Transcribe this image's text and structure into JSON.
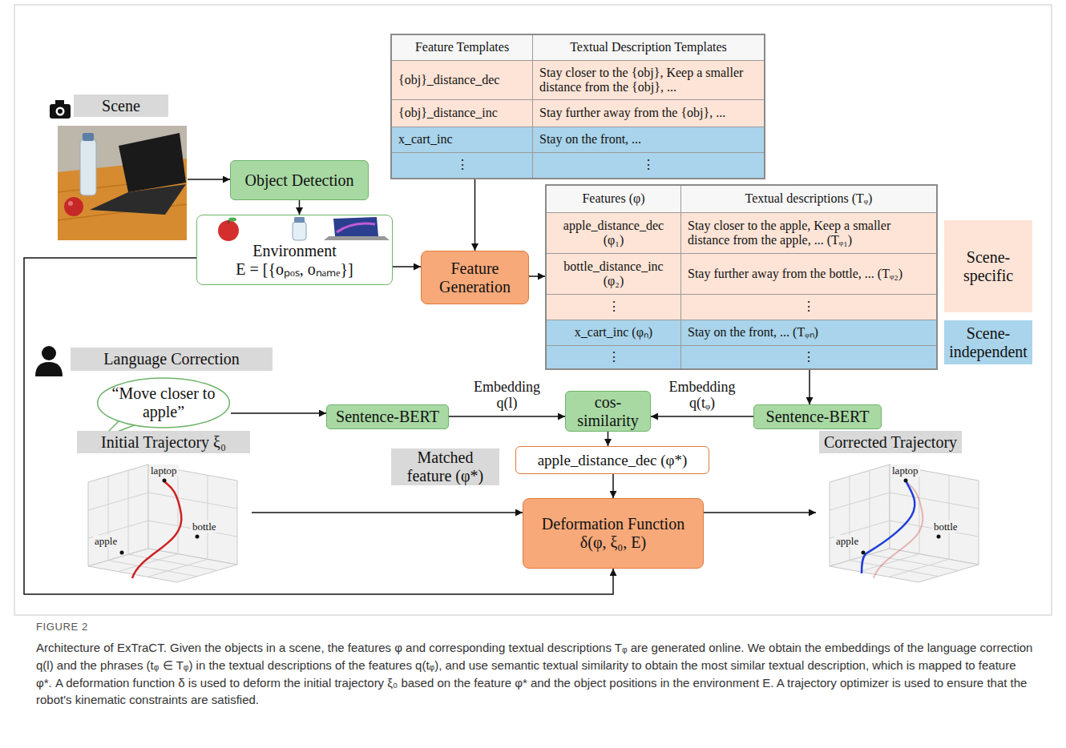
{
  "diagram": {
    "caption": "Architecture of ExTraCT. Given the objects in a scene, the features φ and corresponding textual descriptions Tᵩ are generated online. We obtain the embeddings of the language correction q(l) and the phrases (tᵩ ∈ Tᵩ) in the textual descriptions of the features q(tᵩ), and use semantic textual similarity to obtain the most similar textual description, which is mapped to feature φ*. A deformation function δ is used to deform the initial trajectory ξ₀ based on the feature φ* and the object positions in the environment E. A trajectory optimizer is used to ensure that the robot's kinematic constraints are satisfied.",
    "nodes": [
      {
        "text": [
          "Scene"
        ]
      },
      {
        "text": [
          "Feature Templates",
          "Textual Description Templates",
          "{obj}_distance_dec",
          "Stay closer to the {obj}, Keep a smaller distance from the {obj}, ...",
          "{obj}_distance_inc",
          "Stay further away from the {obj}, ...",
          "x_cart_inc",
          "Stay on the front, ...",
          "⋮",
          "⋮"
        ]
      },
      {
        "text": [
          "Object Detection"
        ]
      },
      {
        "text": [
          "Features (φ)",
          "Textual descriptions (Tᵩ)",
          "apple_distance_dec (φ₁)",
          "Stay closer to the apple, Keep a smaller distance from the apple, ... (Tᵩ₁)",
          "bottle_distance_inc (φ₂)",
          "Stay further away from the bottle, ... (Tᵩ₂)",
          "⋮",
          "⋮",
          "x_cart_inc (φₙ)",
          "Stay on the front, ... (Tᵩₙ)",
          "⋮",
          "⋮"
        ]
      },
      {
        "text": [
          "Environment",
          "E = [{oₚₒₛ, oₙₐₘₑ}]"
        ]
      },
      {
        "text": [
          "Feature Generation"
        ]
      },
      {
        "text": [
          "Scene-specific"
        ]
      },
      {
        "text": [
          "Scene-independent"
        ]
      },
      {
        "text": [
          "Language Correction"
        ]
      },
      {
        "text": [
          "“Move closer to apple”"
        ]
      },
      {
        "text": [
          "Sentence-BERT"
        ]
      },
      {
        "text": [
          "cos-similarity"
        ]
      },
      {
        "text": [
          "Sentence-BERT"
        ]
      },
      {
        "text": [
          "Initial Trajectory ξ₀"
        ]
      },
      {
        "text": [
          "Corrected Trajectory"
        ]
      },
      {
        "text": [
          "Matched feature (φ*)"
        ]
      },
      {
        "text": [
          "apple_distance_dec (φ*)"
        ]
      },
      {
        "text": [
          "Deformation Function",
          "δ(φ, ξ₀, E)"
        ]
      }
    ],
    "edges": [
      {
        "from": 0,
        "to": 2,
        "arrow": "to"
      },
      {
        "from": 2,
        "to": 4,
        "arrow": "to"
      },
      {
        "from": 4,
        "to": 5,
        "arrow": "to"
      },
      {
        "from": 1,
        "to": 5,
        "arrow": "to"
      },
      {
        "from": 5,
        "to": 3,
        "arrow": "to"
      },
      {
        "from": 4,
        "to": 17,
        "arrow": "to"
      },
      {
        "from": 9,
        "to": 10,
        "arrow": "to"
      },
      {
        "from": 10,
        "to": 11,
        "label": "Embedding q(l)",
        "arrow": "to"
      },
      {
        "from": 3,
        "to": 12,
        "arrow": "to"
      },
      {
        "from": 12,
        "to": 11,
        "label": "Embedding q(tᵩ)",
        "arrow": "to"
      },
      {
        "from": 11,
        "to": 16,
        "arrow": "to"
      },
      {
        "from": 16,
        "to": 17,
        "arrow": "to"
      },
      {
        "from": 13,
        "to": 17,
        "arrow": "to"
      },
      {
        "from": 17,
        "to": 14,
        "arrow": "to"
      }
    ],
    "labels": [
      "FIGURE 2",
      "laptop",
      "apple",
      "bottle",
      "laptop",
      "apple",
      "bottle"
    ]
  }
}
